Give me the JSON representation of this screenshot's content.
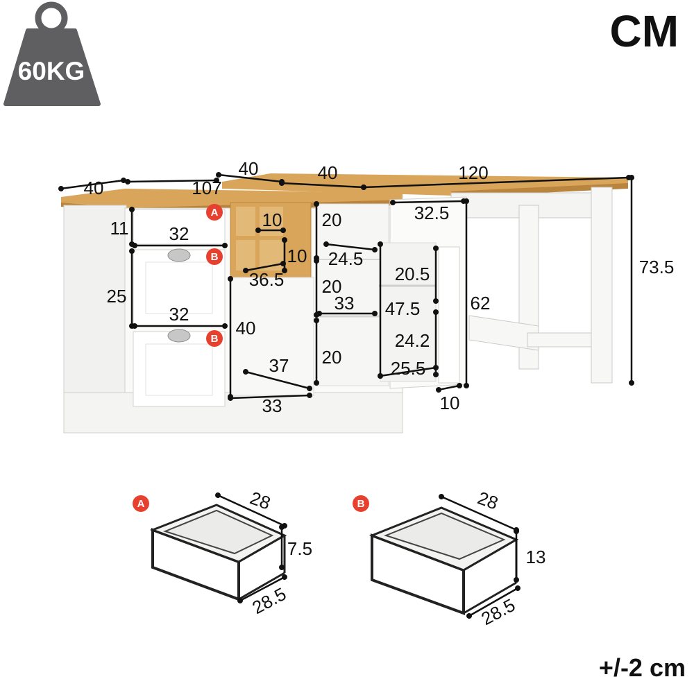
{
  "weight": {
    "icon": "weight-icon",
    "label": "60KG"
  },
  "unit_label": "CM",
  "tolerance": "+/-2 cm",
  "colors": {
    "wood": "#d9a55a",
    "wood_dark": "#b9853e",
    "white_panel": "#f4f4f2",
    "marker": "#e8402e",
    "weight_icon": "#5f5f62"
  },
  "desk_dims": {
    "depth_left": "40",
    "width_cabinet": "107",
    "depth_mid": "40",
    "depth_mid2": "40",
    "width_desk": "120",
    "drawer_a_height": "11",
    "drawer_a_width": "32",
    "drawer_b_height": "25",
    "drawer_b_width": "32",
    "cubby_width": "10",
    "cubby_height": "10",
    "cubby_depth": "36.5",
    "shelf_top": "20",
    "shelf_depth": "24.5",
    "shelf_mid": "20",
    "shelf_width": "33",
    "shelf_low": "20",
    "open_height": "40",
    "open_depth": "37",
    "open_width": "33",
    "door_width": "32.5",
    "door_shelf_top": "20.5",
    "door_height": "47.5",
    "door_shelf_low": "24.2",
    "door_depth": "25.5",
    "door_thickness": "10",
    "cabinet_height": "62",
    "desk_height": "73.5"
  },
  "drawers": [
    {
      "marker": "A",
      "width": "28",
      "height": "7.5",
      "depth": "28.5"
    },
    {
      "marker": "B",
      "width": "28",
      "height": "13",
      "depth": "28.5"
    }
  ],
  "markers": {
    "a": "A",
    "b": "B"
  }
}
